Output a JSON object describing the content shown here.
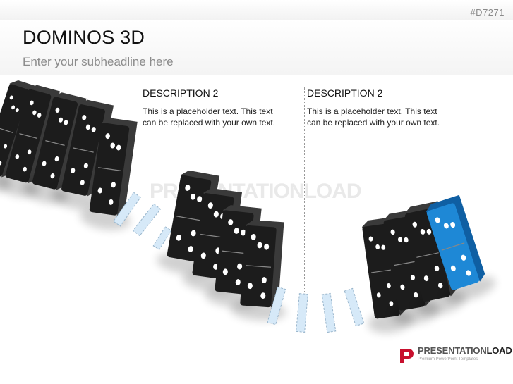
{
  "slide": {
    "code": "#D7271",
    "title": "DOMINOS 3D",
    "subtitle": "Enter your subheadline here"
  },
  "descriptions": [
    {
      "heading": "DESCRIPTION 2",
      "text": "This is a placeholder text. This text can be replaced with your own text."
    },
    {
      "heading": "DESCRIPTION 2",
      "text": "This is a placeholder text. This text can be replaced with your own text."
    }
  ],
  "watermark": "PRESENTATIONLOAD",
  "logo": {
    "brand_a": "PRESENTATION",
    "brand_b": "LOAD",
    "tagline": "Premium PowerPoint Templates"
  },
  "colors": {
    "domino": "#1c1c1c",
    "domino_highlight": "#1e88d6",
    "placeholder_fill": "#d6e9f8",
    "placeholder_stroke": "#9ab6cc",
    "logo_red": "#c8102e"
  }
}
